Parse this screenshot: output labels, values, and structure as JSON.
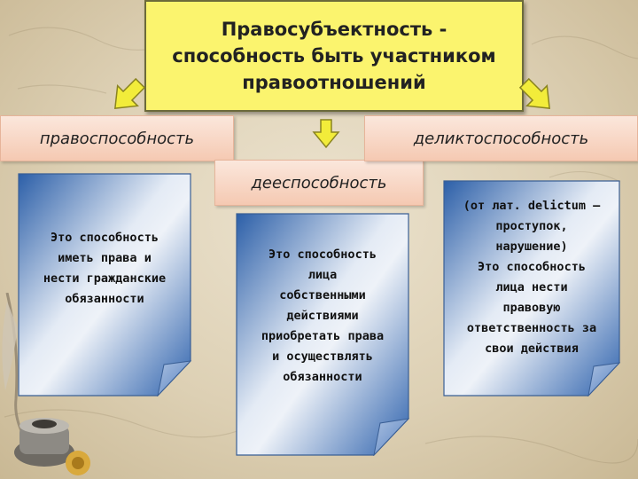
{
  "title": "Правосубъектность -\nспособность быть участником\nправоотношений",
  "categories": {
    "left": "правоспособность",
    "center": "дееспособность",
    "right": "деликтоспособность"
  },
  "cards": {
    "left": "Это  способность\nиметь права и\nнести  гражданские\nобязанности",
    "center": "Это  способность\nлица\nсобственными\nдействиями\nприобретать права\nи осуществлять\nобязанности",
    "right": "(от лат. delictum –\nпроступок,\nнарушение)\nЭто способность\nлица нести\nправовую\nответственность за\nсвои действия"
  },
  "colors": {
    "title_fill": "#fbf46e",
    "category_fill": "#f5c9b2",
    "card_fill": "#3a6fb8",
    "arrow_fill": "#f2ec3a"
  }
}
